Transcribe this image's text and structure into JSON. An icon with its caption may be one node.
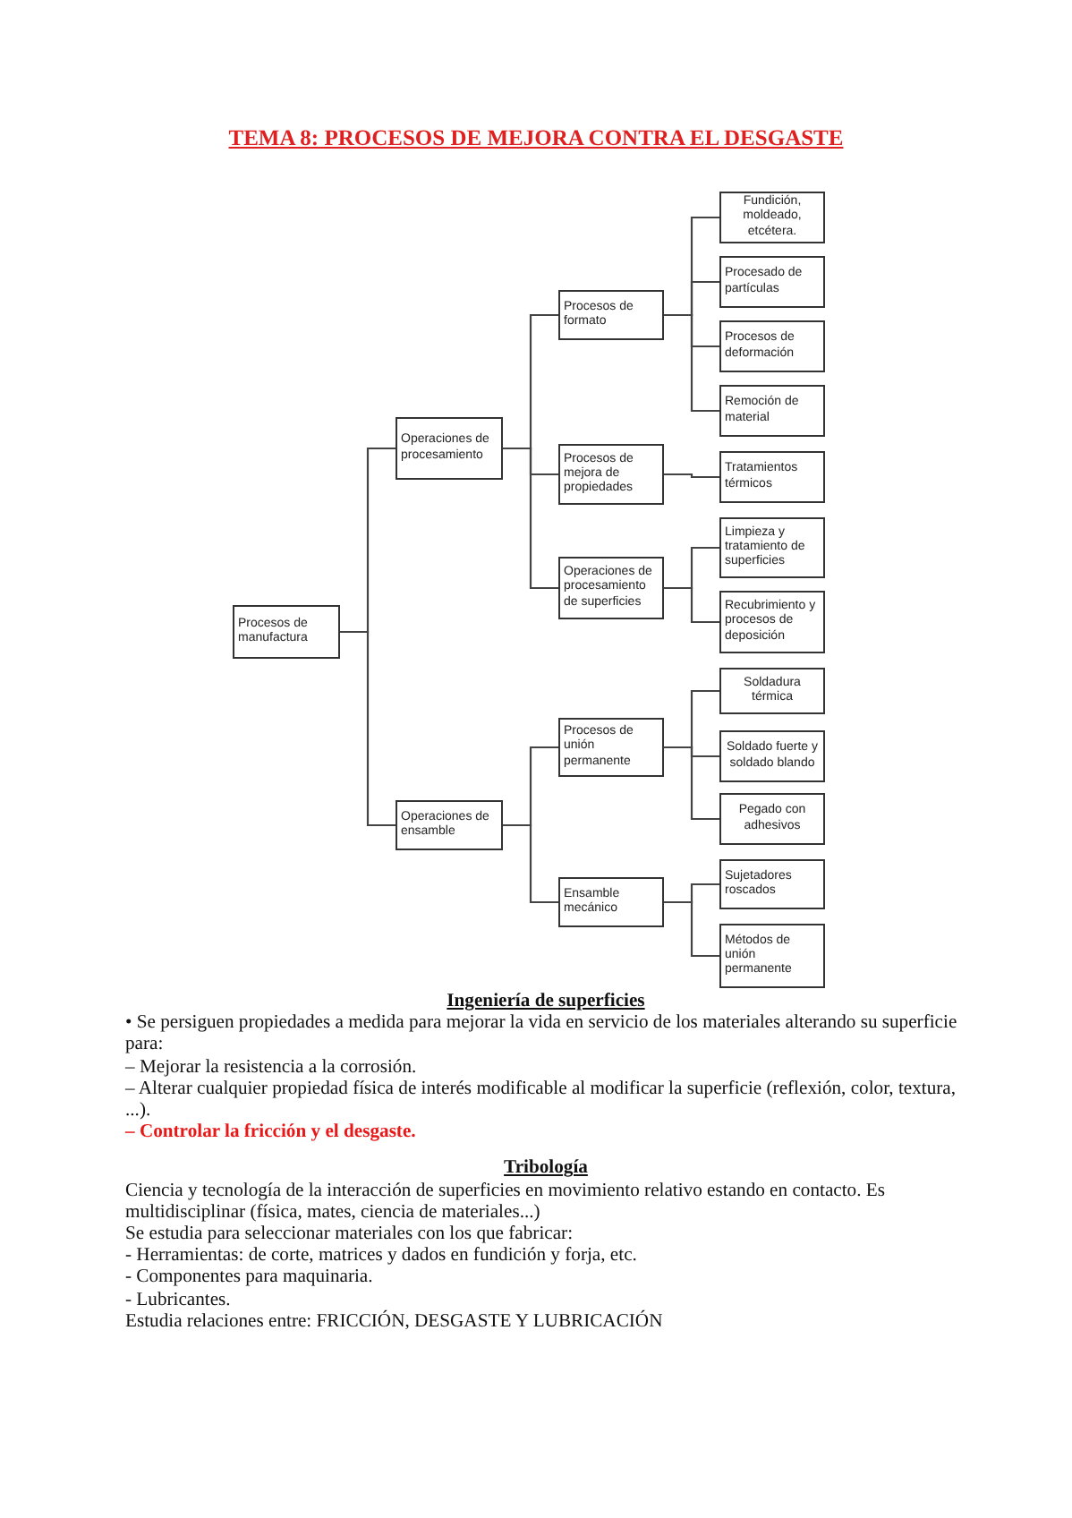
{
  "diagram": {
    "title": "TEMA 8: PROCESOS DE MEJORA CONTRA EL DESGASTE",
    "nodes": [
      {
        "text": [
          "Procesos de manufactura"
        ]
      },
      {
        "text": [
          "Operaciones de procesamiento"
        ]
      },
      {
        "text": [
          "Operaciones de ensamble"
        ]
      },
      {
        "text": [
          "Procesos de formato"
        ]
      },
      {
        "text": [
          "Procesos de mejora de propiedades"
        ]
      },
      {
        "text": [
          "Operaciones de procesamiento de superficies"
        ]
      },
      {
        "text": [
          "Fundición, moldeado, etcétera."
        ]
      },
      {
        "text": [
          "Procesado de partículas"
        ]
      },
      {
        "text": [
          "Procesos de deformación"
        ]
      },
      {
        "text": [
          "Remoción de material"
        ]
      },
      {
        "text": [
          "Tratamientos térmicos"
        ]
      },
      {
        "text": [
          "Limpieza y tratamiento de superficies"
        ]
      },
      {
        "text": [
          "Recubrimiento y procesos de deposición"
        ]
      },
      {
        "text": [
          "Procesos de unión permanente"
        ]
      },
      {
        "text": [
          "Ensamble mecánico"
        ]
      },
      {
        "text": [
          "Soldadura térmica"
        ]
      },
      {
        "text": [
          "Soldado fuerte y soldado blando"
        ]
      },
      {
        "text": [
          "Pegado con adhesivos"
        ]
      },
      {
        "text": [
          "Sujetadores roscados"
        ]
      },
      {
        "text": [
          "Métodos de unión permanente"
        ]
      }
    ],
    "edges": [
      {
        "from": 0,
        "to": 1,
        "arrow": "none"
      },
      {
        "from": 0,
        "to": 2,
        "arrow": "none"
      },
      {
        "from": 1,
        "to": 3,
        "arrow": "none"
      },
      {
        "from": 1,
        "to": 4,
        "arrow": "none"
      },
      {
        "from": 1,
        "to": 5,
        "arrow": "none"
      },
      {
        "from": 3,
        "to": 6,
        "arrow": "none"
      },
      {
        "from": 3,
        "to": 7,
        "arrow": "none"
      },
      {
        "from": 3,
        "to": 8,
        "arrow": "none"
      },
      {
        "from": 3,
        "to": 9,
        "arrow": "none"
      },
      {
        "from": 4,
        "to": 10,
        "arrow": "none"
      },
      {
        "from": 5,
        "to": 11,
        "arrow": "none"
      },
      {
        "from": 5,
        "to": 12,
        "arrow": "none"
      },
      {
        "from": 2,
        "to": 13,
        "arrow": "none"
      },
      {
        "from": 2,
        "to": 14,
        "arrow": "none"
      },
      {
        "from": 13,
        "to": 15,
        "arrow": "none"
      },
      {
        "from": 13,
        "to": 16,
        "arrow": "none"
      },
      {
        "from": 13,
        "to": 17,
        "arrow": "none"
      },
      {
        "from": 14,
        "to": 18,
        "arrow": "none"
      },
      {
        "from": 14,
        "to": 19,
        "arrow": "none"
      }
    ],
    "labels": [
      "Ingeniería de superficies",
      "• Se persiguen propiedades a medida para mejorar la vida en servicio de los materiales alterando su superficie para:",
      "– Mejorar la resistencia a la corrosión.",
      "– Alterar cualquier propiedad física de interés modificable al modificar la superficie (reflexión, color, textura, ...).",
      "– Controlar la fricción y el desgaste.",
      "Tribología",
      "Ciencia y tecnología de la interacción de superficies en movimiento relativo estando en contacto. Es multidisciplinar (física, mates, ciencia de materiales...)",
      "Se estudia para seleccionar materiales con los que fabricar:",
      "- Herramientas: de corte, matrices y dados en fundición y forja, etc.",
      "- Componentes para maquinaria.",
      "- Lubricantes.",
      "Estudia relaciones entre: FRICCIÓN, DESGASTE Y LUBRICACIÓN"
    ]
  }
}
